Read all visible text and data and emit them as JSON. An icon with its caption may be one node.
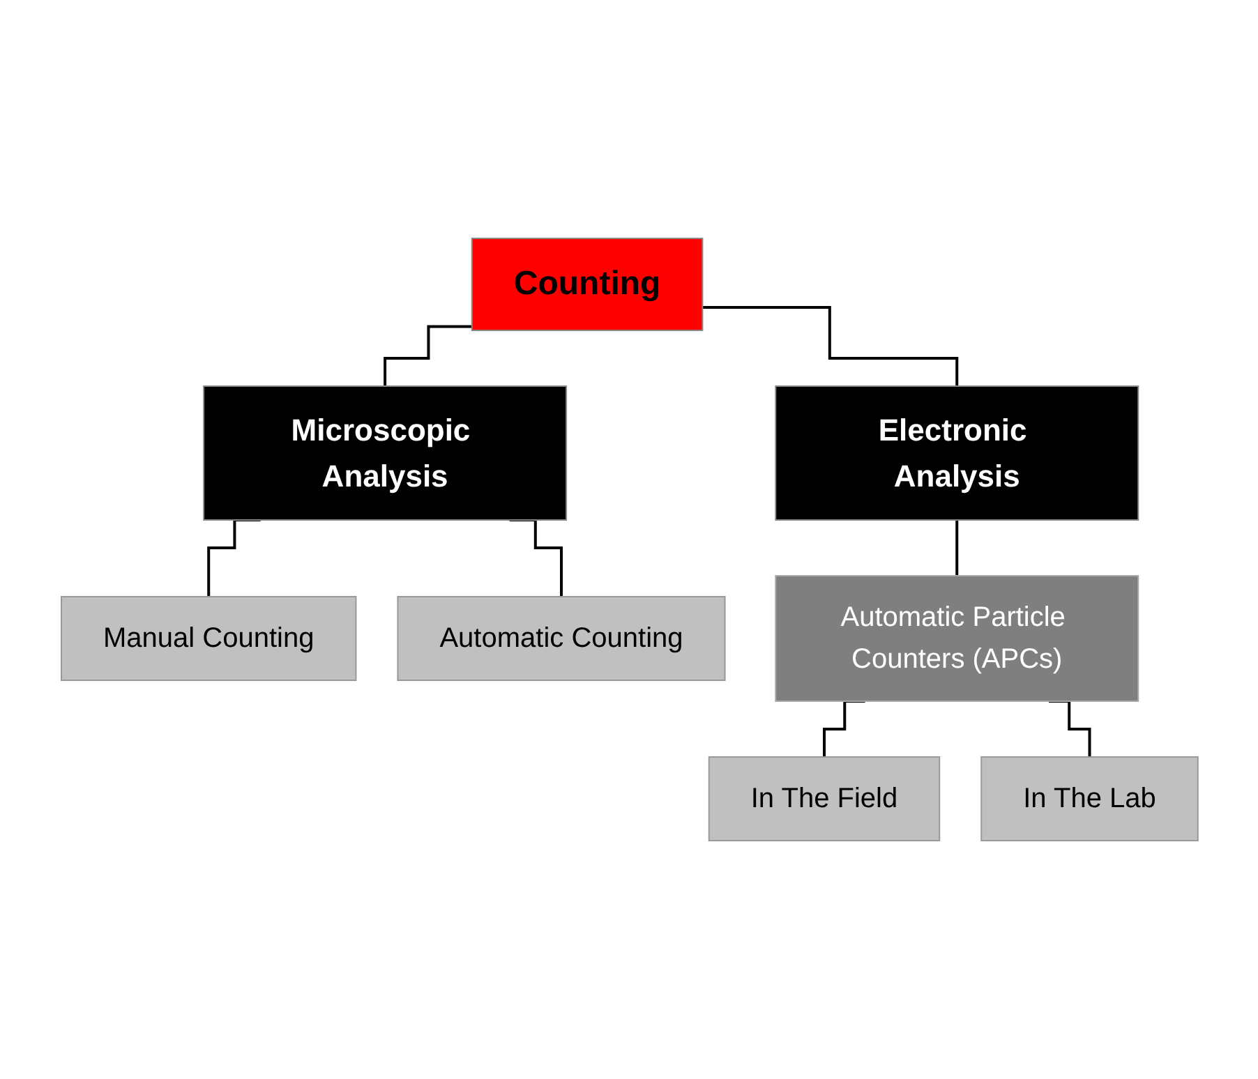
{
  "diagram": {
    "nodes": [
      {
        "text": [
          "Counting"
        ]
      },
      {
        "text": [
          "Microscopic Analysis"
        ]
      },
      {
        "text": [
          "Electronic Analysis"
        ]
      },
      {
        "text": [
          "Manual Counting"
        ]
      },
      {
        "text": [
          "Automatic Counting"
        ]
      },
      {
        "text": [
          "Automatic Particle Counters (APCs)"
        ]
      },
      {
        "text": [
          "In The Field"
        ]
      },
      {
        "text": [
          "In The Lab"
        ]
      }
    ],
    "edges": [
      {
        "from": 0,
        "to": 1,
        "arrow": "none"
      },
      {
        "from": 0,
        "to": 2,
        "arrow": "none"
      },
      {
        "from": 1,
        "to": 3,
        "arrow": "none"
      },
      {
        "from": 1,
        "to": 4,
        "arrow": "none"
      },
      {
        "from": 2,
        "to": 5,
        "arrow": "none"
      },
      {
        "from": 5,
        "to": 6,
        "arrow": "none"
      },
      {
        "from": 5,
        "to": 7,
        "arrow": "none"
      }
    ]
  }
}
